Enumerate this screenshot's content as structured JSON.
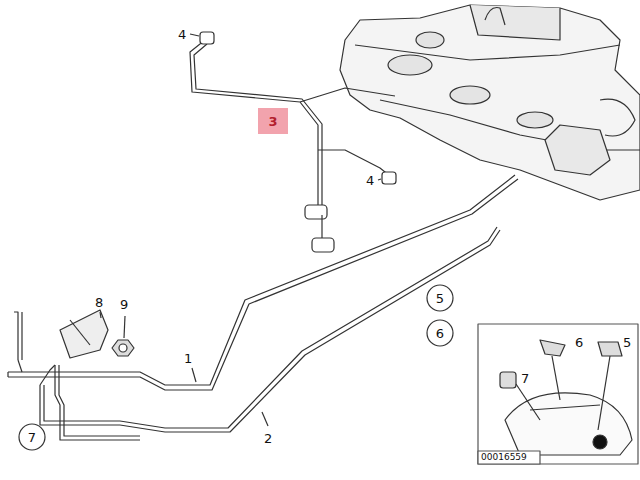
{
  "diagram": {
    "nodes": [
      {
        "text": [
          "3"
        ]
      },
      {
        "text": [
          "5"
        ]
      },
      {
        "text": [
          "6"
        ]
      },
      {
        "text": [
          "7"
        ]
      }
    ],
    "labels": [
      "4",
      "4",
      "8",
      "9",
      "1",
      "2",
      "6",
      "5",
      "7",
      "00016559"
    ]
  }
}
